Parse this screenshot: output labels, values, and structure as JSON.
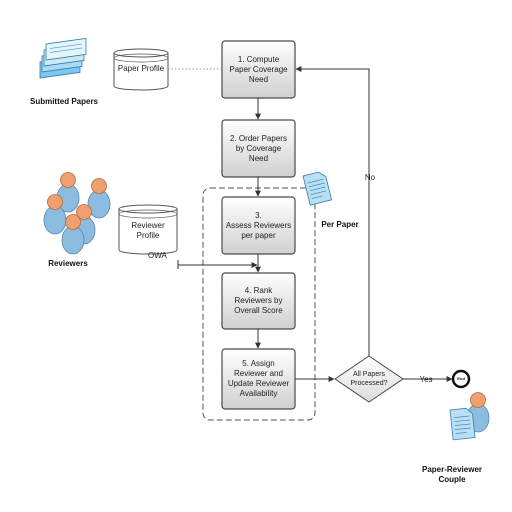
{
  "sources": {
    "submitted_papers": "Submitted Papers",
    "paper_profile": "Paper Profile",
    "reviewers": "Reviewers",
    "reviewer_profile": "Reviewer\nProfile",
    "owa": "OWA"
  },
  "steps": [
    {
      "label": "1. Compute\nPaper Coverage\nNeed"
    },
    {
      "label": "2. Order Papers\nby Coverage\nNeed"
    },
    {
      "label": "3.\nAssess Reviewers\nper paper"
    },
    {
      "label": "4. Rank\nReviewers by\nOverall Score"
    },
    {
      "label": "5. Assign\nReviewer and\nUpdate Reviewer\nAvailability"
    }
  ],
  "loop": {
    "label": "Per Paper"
  },
  "decision": {
    "label": "All Papers\nProcessed?",
    "yes": "Yes",
    "no": "No"
  },
  "end": {
    "label": "End"
  },
  "output": {
    "label": "Paper-Reviewer\nCouple"
  },
  "colors": {
    "box_top": "#ffffff",
    "box_bottom": "#d0d0d0",
    "stroke": "#4a4a4a",
    "doc_blue": "#b8dff5",
    "person_orange": "#f0a070",
    "person_blue": "#8cbde0"
  }
}
